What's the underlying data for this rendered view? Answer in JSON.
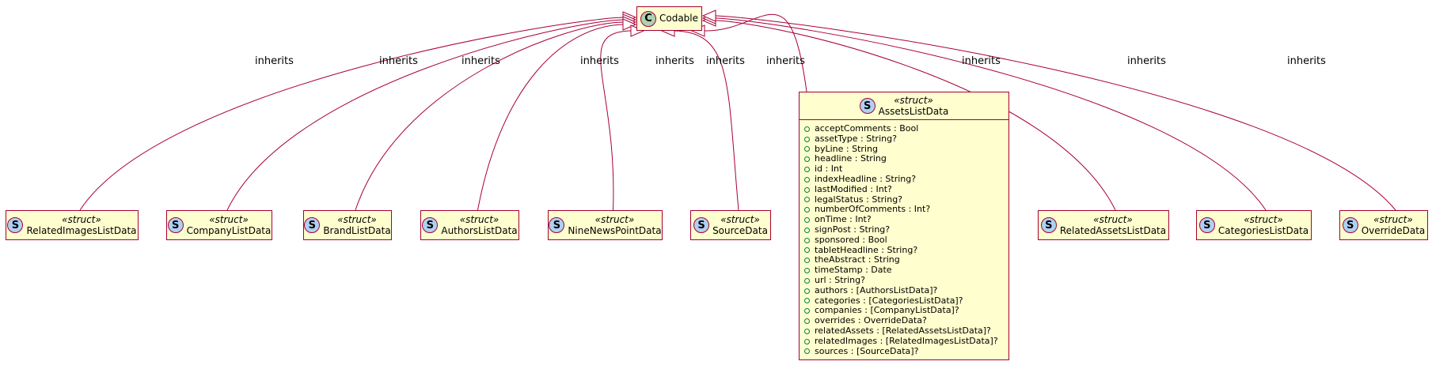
{
  "diagram": {
    "protocol": {
      "name": "Codable",
      "kind": "C"
    },
    "edge_label": "inherits",
    "stereotype": "«struct»",
    "structs": [
      {
        "name": "RelatedImagesListData"
      },
      {
        "name": "CompanyListData"
      },
      {
        "name": "BrandListData"
      },
      {
        "name": "AuthorsListData"
      },
      {
        "name": "NineNewsPointData"
      },
      {
        "name": "SourceData"
      },
      {
        "name": "RelatedAssetsListData"
      },
      {
        "name": "CategoriesListData"
      },
      {
        "name": "OverrideData"
      }
    ],
    "assets": {
      "name": "AssetsListData",
      "fields": [
        "acceptComments : Bool",
        "assetType : String?",
        "byLine : String",
        "headline : String",
        "id : Int",
        "indexHeadline : String?",
        "lastModified : Int?",
        "legalStatus : String?",
        "numberOfComments : Int?",
        "onTime : Int?",
        "signPost : String?",
        "sponsored : Bool",
        "tabletHeadline : String?",
        "theAbstract : String",
        "timeStamp : Date",
        "url : String?",
        "authors : [AuthorsListData]?",
        "categories : [CategoriesListData]?",
        "companies : [CompanyListData]?",
        "overrides : OverrideData?",
        "relatedAssets : [RelatedAssetsListData]?",
        "relatedImages : [RelatedImagesListData]?",
        "sources : [SourceData]?"
      ]
    },
    "colors": {
      "border": "#a80036",
      "fill": "#fefece",
      "struct_circle": "#add1f2",
      "class_circle": "#add1b2"
    }
  }
}
